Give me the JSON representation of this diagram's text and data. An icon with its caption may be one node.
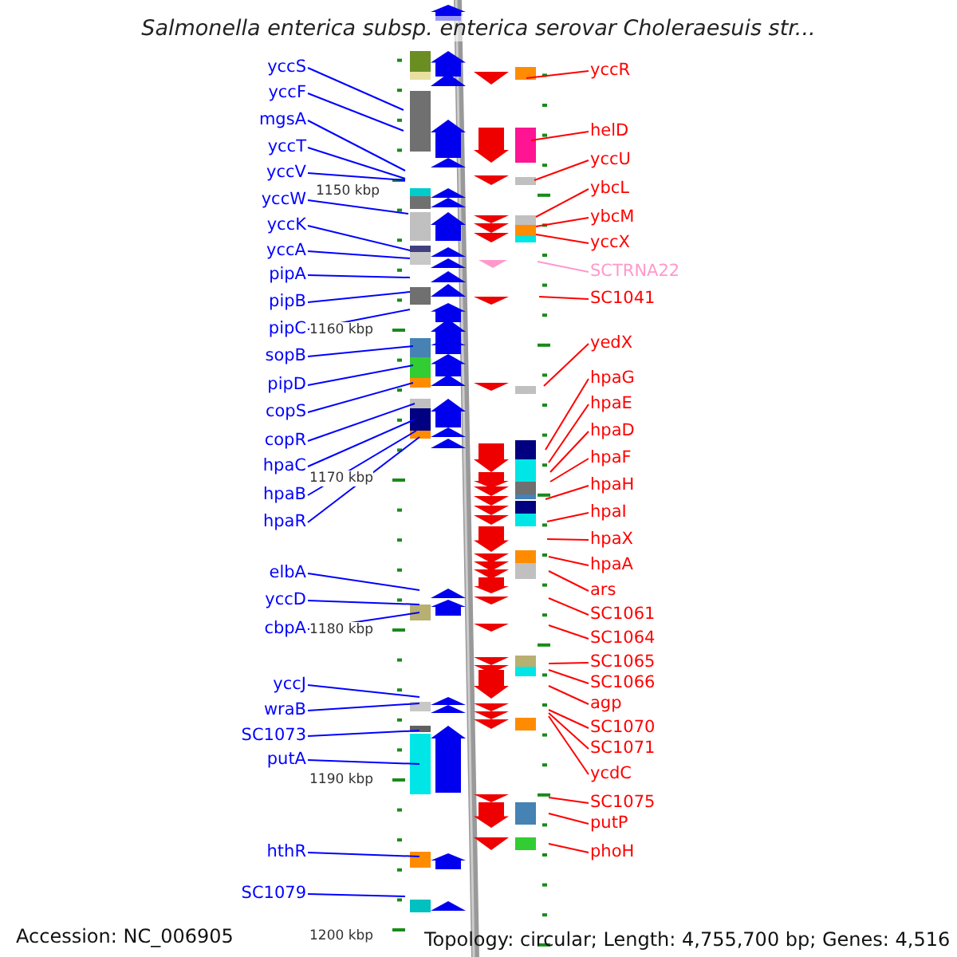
{
  "diagram": {
    "title": "Salmonella enterica subsp. enterica serovar Choleraesuis str...",
    "nodes": [
      {
        "text": [
          "yccS"
        ]
      },
      {
        "text": [
          "yccF"
        ]
      },
      {
        "text": [
          "mgsA"
        ]
      },
      {
        "text": [
          "yccT"
        ]
      },
      {
        "text": [
          "yccV"
        ]
      },
      {
        "text": [
          "yccW"
        ]
      },
      {
        "text": [
          "yccK"
        ]
      },
      {
        "text": [
          "yccA"
        ]
      },
      {
        "text": [
          "pipA"
        ]
      },
      {
        "text": [
          "pipB"
        ]
      },
      {
        "text": [
          "pipC"
        ]
      },
      {
        "text": [
          "sopB"
        ]
      },
      {
        "text": [
          "pipD"
        ]
      },
      {
        "text": [
          "copS"
        ]
      },
      {
        "text": [
          "copR"
        ]
      },
      {
        "text": [
          "hpaC"
        ]
      },
      {
        "text": [
          "hpaB"
        ]
      },
      {
        "text": [
          "hpaR"
        ]
      },
      {
        "text": [
          "elbA"
        ]
      },
      {
        "text": [
          "yccD"
        ]
      },
      {
        "text": [
          "cbpA"
        ]
      },
      {
        "text": [
          "yccJ"
        ]
      },
      {
        "text": [
          "wraB"
        ]
      },
      {
        "text": [
          "SC1073"
        ]
      },
      {
        "text": [
          "putA"
        ]
      },
      {
        "text": [
          "hthR"
        ]
      },
      {
        "text": [
          "SC1079"
        ]
      },
      {
        "text": [
          "yccR"
        ]
      },
      {
        "text": [
          "helD"
        ]
      },
      {
        "text": [
          "yccU"
        ]
      },
      {
        "text": [
          "ybcL"
        ]
      },
      {
        "text": [
          "ybcM"
        ]
      },
      {
        "text": [
          "yccX"
        ]
      },
      {
        "text": [
          "SCTRNA22"
        ]
      },
      {
        "text": [
          "SC1041"
        ]
      },
      {
        "text": [
          "yedX"
        ]
      },
      {
        "text": [
          "hpaG"
        ]
      },
      {
        "text": [
          "hpaE"
        ]
      },
      {
        "text": [
          "hpaD"
        ]
      },
      {
        "text": [
          "hpaF"
        ]
      },
      {
        "text": [
          "hpaH"
        ]
      },
      {
        "text": [
          "hpaI"
        ]
      },
      {
        "text": [
          "hpaX"
        ]
      },
      {
        "text": [
          "hpaA"
        ]
      },
      {
        "text": [
          "ars"
        ]
      },
      {
        "text": [
          "SC1061"
        ]
      },
      {
        "text": [
          "SC1064"
        ]
      },
      {
        "text": [
          "SC1065"
        ]
      },
      {
        "text": [
          "SC1066"
        ]
      },
      {
        "text": [
          "agp"
        ]
      },
      {
        "text": [
          "SC1070"
        ]
      },
      {
        "text": [
          "SC1071"
        ]
      },
      {
        "text": [
          "ycdC"
        ]
      },
      {
        "text": [
          "SC1075"
        ]
      },
      {
        "text": [
          "putP"
        ]
      },
      {
        "text": [
          "phoH"
        ]
      }
    ],
    "edges": [
      {
        "from": 0,
        "to": null,
        "arrow": "none",
        "color": "#0000ff"
      },
      {
        "from": 1,
        "to": null,
        "arrow": "none",
        "color": "#0000ff"
      },
      {
        "from": 2,
        "to": null,
        "arrow": "none",
        "color": "#0000ff"
      },
      {
        "from": 3,
        "to": null,
        "arrow": "none",
        "color": "#0000ff"
      },
      {
        "from": 4,
        "to": null,
        "arrow": "none",
        "color": "#0000ff"
      },
      {
        "from": 5,
        "to": null,
        "arrow": "none",
        "color": "#0000ff"
      },
      {
        "from": 6,
        "to": null,
        "arrow": "none",
        "color": "#0000ff"
      },
      {
        "from": 7,
        "to": null,
        "arrow": "none",
        "color": "#0000ff"
      },
      {
        "from": 8,
        "to": null,
        "arrow": "none",
        "color": "#0000ff"
      },
      {
        "from": 9,
        "to": null,
        "arrow": "none",
        "color": "#0000ff"
      },
      {
        "from": 10,
        "to": null,
        "arrow": "none",
        "color": "#0000ff"
      },
      {
        "from": 11,
        "to": null,
        "arrow": "none",
        "color": "#0000ff"
      },
      {
        "from": 12,
        "to": null,
        "arrow": "none",
        "color": "#0000ff"
      },
      {
        "from": 13,
        "to": null,
        "arrow": "none",
        "color": "#0000ff"
      },
      {
        "from": 14,
        "to": null,
        "arrow": "none",
        "color": "#0000ff"
      },
      {
        "from": 15,
        "to": null,
        "arrow": "none",
        "color": "#0000ff"
      },
      {
        "from": 16,
        "to": null,
        "arrow": "none",
        "color": "#0000ff"
      },
      {
        "from": 17,
        "to": null,
        "arrow": "none",
        "color": "#0000ff"
      },
      {
        "from": 18,
        "to": null,
        "arrow": "none",
        "color": "#0000ff"
      },
      {
        "from": 19,
        "to": null,
        "arrow": "none",
        "color": "#0000ff"
      },
      {
        "from": 20,
        "to": null,
        "arrow": "none",
        "color": "#0000ff"
      },
      {
        "from": 21,
        "to": null,
        "arrow": "none",
        "color": "#0000ff"
      },
      {
        "from": 22,
        "to": null,
        "arrow": "none",
        "color": "#0000ff"
      },
      {
        "from": 23,
        "to": null,
        "arrow": "none",
        "color": "#0000ff"
      },
      {
        "from": 24,
        "to": null,
        "arrow": "none",
        "color": "#0000ff"
      },
      {
        "from": 25,
        "to": null,
        "arrow": "none",
        "color": "#0000ff"
      },
      {
        "from": 26,
        "to": null,
        "arrow": "none",
        "color": "#0000ff"
      },
      {
        "from": 27,
        "to": null,
        "arrow": "none",
        "color": "#ff0000"
      },
      {
        "from": 28,
        "to": null,
        "arrow": "none",
        "color": "#ff0000"
      },
      {
        "from": 29,
        "to": null,
        "arrow": "none",
        "color": "#ff0000"
      },
      {
        "from": 30,
        "to": null,
        "arrow": "none",
        "color": "#ff0000"
      },
      {
        "from": 31,
        "to": null,
        "arrow": "none",
        "color": "#ff0000"
      },
      {
        "from": 32,
        "to": null,
        "arrow": "none",
        "color": "#ff0000"
      },
      {
        "from": 33,
        "to": null,
        "arrow": "none",
        "color": "#ff99cc"
      },
      {
        "from": 34,
        "to": null,
        "arrow": "none",
        "color": "#ff0000"
      },
      {
        "from": 35,
        "to": null,
        "arrow": "none",
        "color": "#ff0000"
      },
      {
        "from": 36,
        "to": null,
        "arrow": "none",
        "color": "#ff0000"
      },
      {
        "from": 37,
        "to": null,
        "arrow": "none",
        "color": "#ff0000"
      },
      {
        "from": 38,
        "to": null,
        "arrow": "none",
        "color": "#ff0000"
      },
      {
        "from": 39,
        "to": null,
        "arrow": "none",
        "color": "#ff0000"
      },
      {
        "from": 40,
        "to": null,
        "arrow": "none",
        "color": "#ff0000"
      },
      {
        "from": 41,
        "to": null,
        "arrow": "none",
        "color": "#ff0000"
      },
      {
        "from": 42,
        "to": null,
        "arrow": "none",
        "color": "#ff0000"
      },
      {
        "from": 43,
        "to": null,
        "arrow": "none",
        "color": "#ff0000"
      },
      {
        "from": 44,
        "to": null,
        "arrow": "none",
        "color": "#ff0000"
      },
      {
        "from": 45,
        "to": null,
        "arrow": "none",
        "color": "#ff0000"
      },
      {
        "from": 46,
        "to": null,
        "arrow": "none",
        "color": "#ff0000"
      },
      {
        "from": 47,
        "to": null,
        "arrow": "none",
        "color": "#ff0000"
      },
      {
        "from": 48,
        "to": null,
        "arrow": "none",
        "color": "#ff0000"
      },
      {
        "from": 49,
        "to": null,
        "arrow": "none",
        "color": "#ff0000"
      },
      {
        "from": 50,
        "to": null,
        "arrow": "none",
        "color": "#ff0000"
      },
      {
        "from": 51,
        "to": null,
        "arrow": "none",
        "color": "#ff0000"
      },
      {
        "from": 52,
        "to": null,
        "arrow": "none",
        "color": "#ff0000"
      },
      {
        "from": 53,
        "to": null,
        "arrow": "none",
        "color": "#ff0000"
      },
      {
        "from": 54,
        "to": null,
        "arrow": "none",
        "color": "#ff0000"
      },
      {
        "from": 55,
        "to": null,
        "arrow": "none",
        "color": "#ff0000"
      }
    ],
    "labels": [
      "1150 kbp",
      "1160 kbp",
      "1170 kbp",
      "1180 kbp",
      "1190 kbp",
      "Accession: NC_006905",
      "1200 kbp",
      "Topology: circular; Length: 4,755,700 bp; Genes: 4,516"
    ]
  }
}
